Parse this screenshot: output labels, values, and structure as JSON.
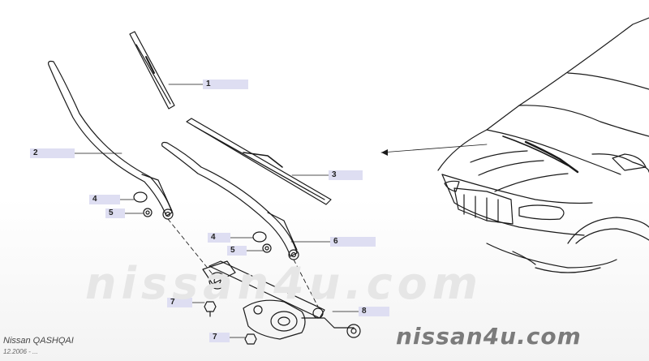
{
  "diagram": {
    "callouts": [
      "1",
      "2",
      "3",
      "4",
      "5",
      "6",
      "4",
      "5",
      "7",
      "8",
      "7"
    ],
    "watermark_large": "nissan4u.com",
    "watermark_small": "nissan4u.com",
    "model": "Nissan  QASHQAI",
    "date_range": "12.2006 -  ..."
  }
}
